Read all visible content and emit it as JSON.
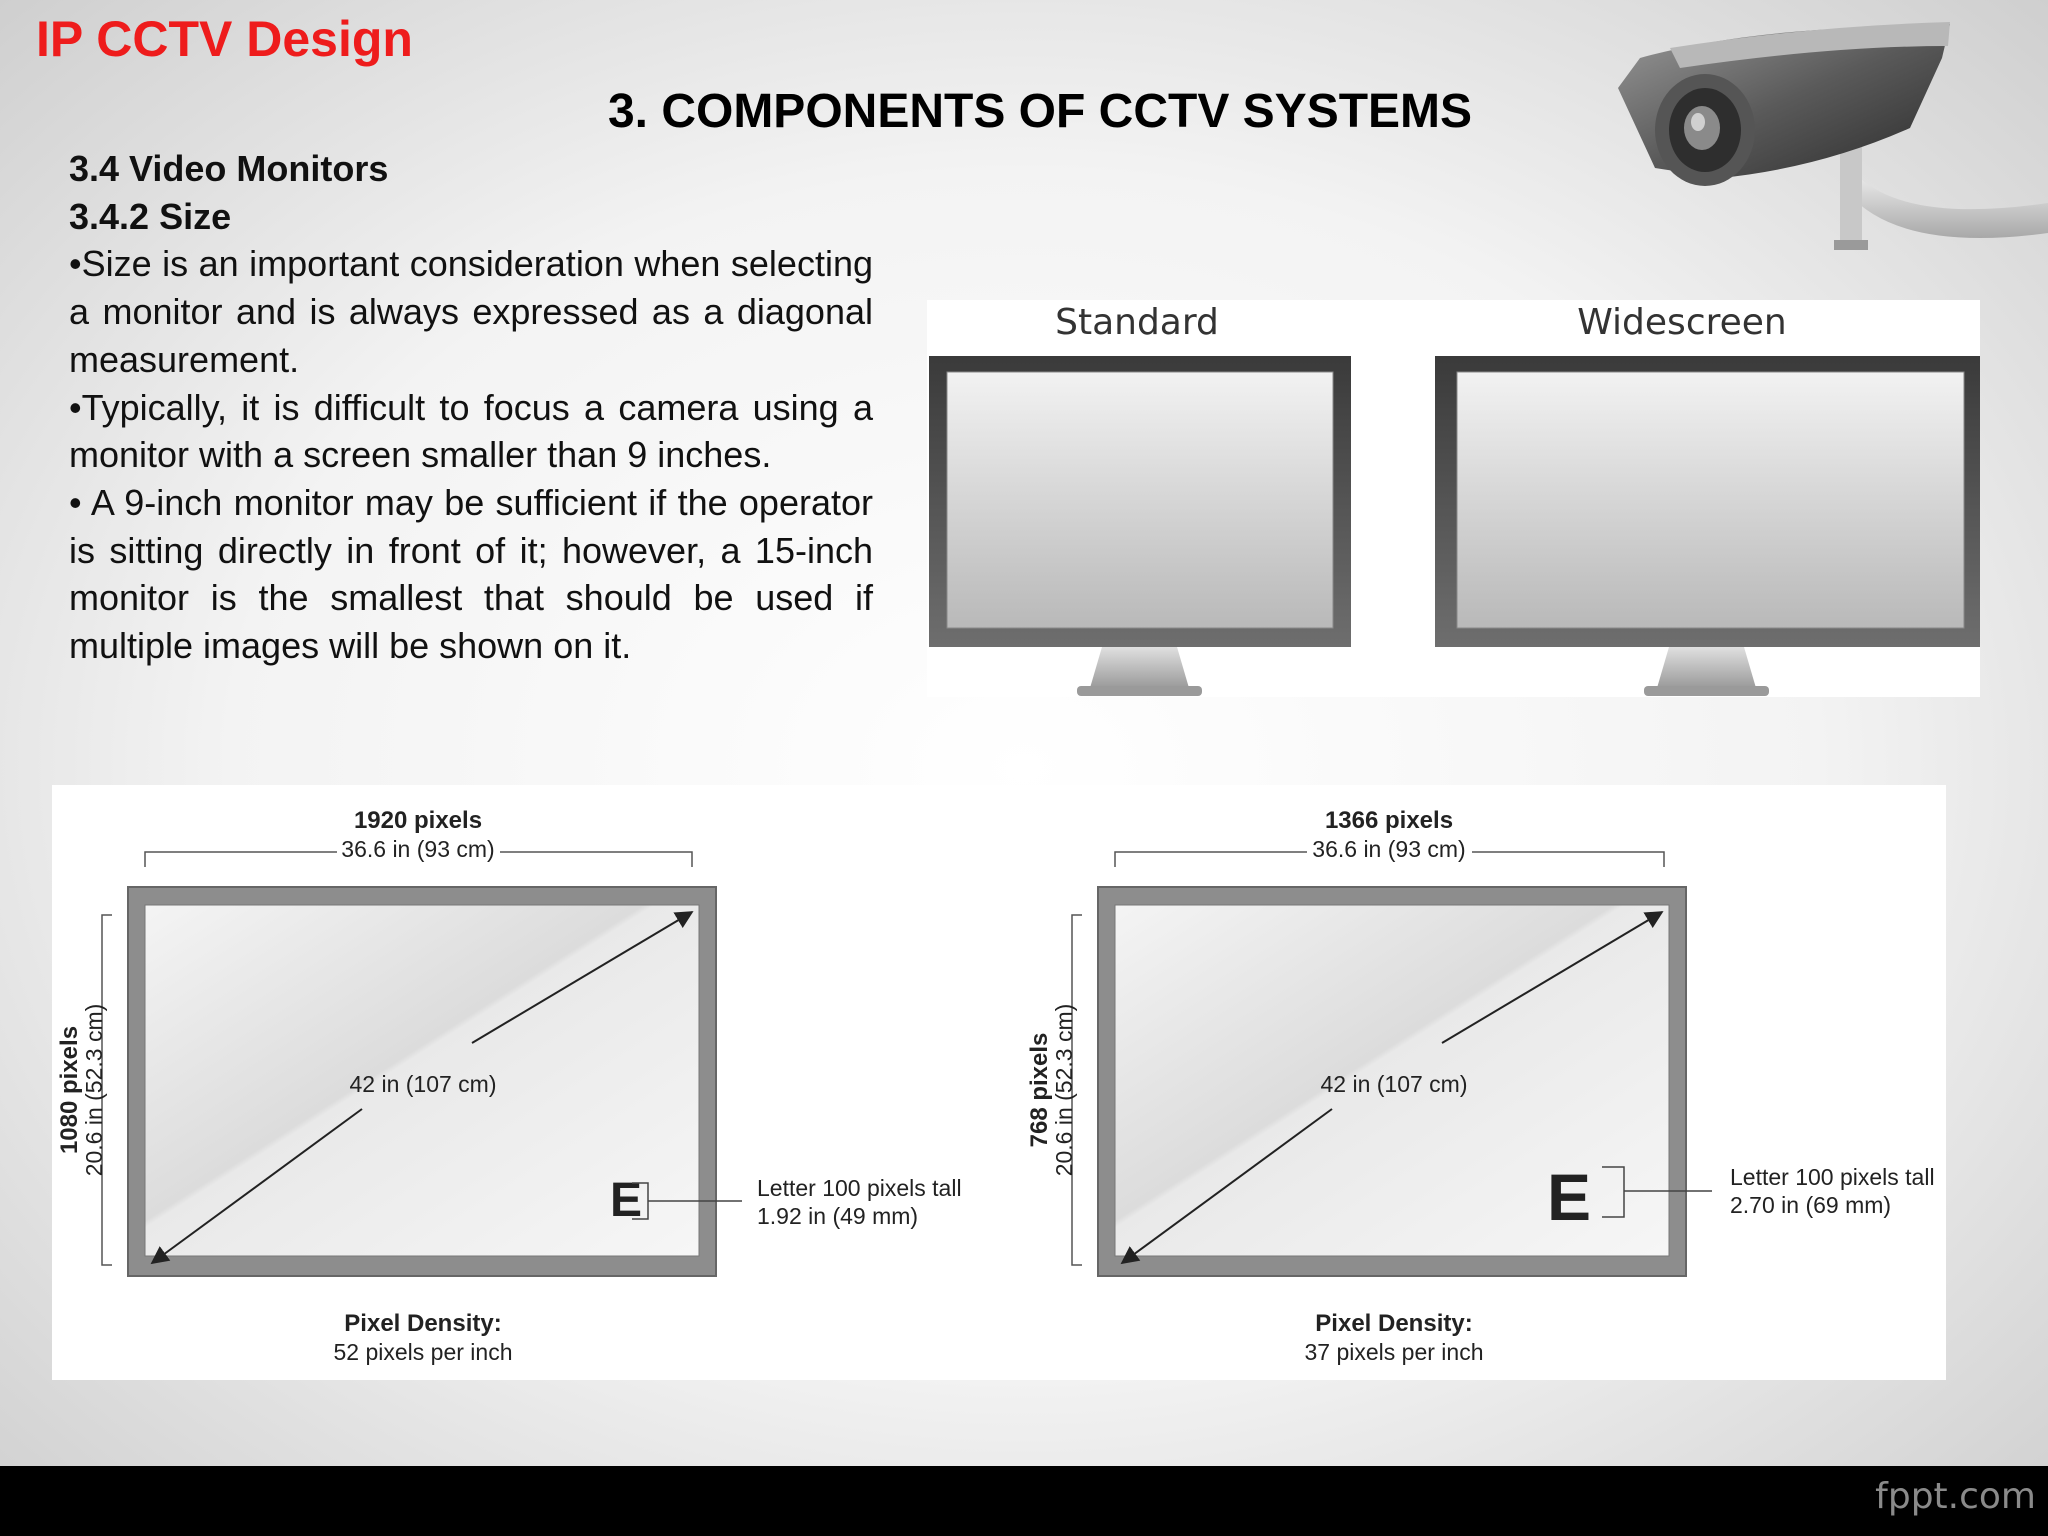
{
  "header": {
    "brand": "IP CCTV Design",
    "title": "3. COMPONENTS OF CCTV SYSTEMS"
  },
  "content": {
    "section": "3.4 Video Monitors",
    "subsection": "3.4.2 Size",
    "bullets": [
      "•Size is an important consideration when selecting a monitor and is always expressed as a diagonal measurement.",
      "•Typically, it is difficult to focus a camera using a monitor with a screen smaller than 9 inches.",
      "• A 9-inch monitor may be sufficient if the operator is sitting directly in front of it; however, a 15-inch monitor is the smallest that should be used if multiple images will be shown on it."
    ]
  },
  "monitor_comparison": {
    "standard_label": "Standard",
    "widescreen_label": "Widescreen"
  },
  "pixel_diagrams": [
    {
      "width_pixels": "1920 pixels",
      "width_size": "36.6 in (93 cm)",
      "height_pixels": "1080 pixels",
      "height_size": "20.6 in (52.3 cm)",
      "diagonal": "42 in (107 cm)",
      "letter": "E",
      "letter_note_1": "Letter 100 pixels tall",
      "letter_note_2": "1.92 in (49 mm)",
      "density_label": "Pixel Density:",
      "density_value": "52 pixels per inch"
    },
    {
      "width_pixels": "1366 pixels",
      "width_size": "36.6 in (93 cm)",
      "height_pixels": "768 pixels",
      "height_size": "20.6 in (52.3 cm)",
      "diagonal": "42 in (107 cm)",
      "letter": "E",
      "letter_note_1": "Letter 100 pixels tall",
      "letter_note_2": "2.70 in (69 mm)",
      "density_label": "Pixel Density:",
      "density_value": "37 pixels per inch"
    }
  ],
  "footer": {
    "brand": "fppt.com"
  }
}
